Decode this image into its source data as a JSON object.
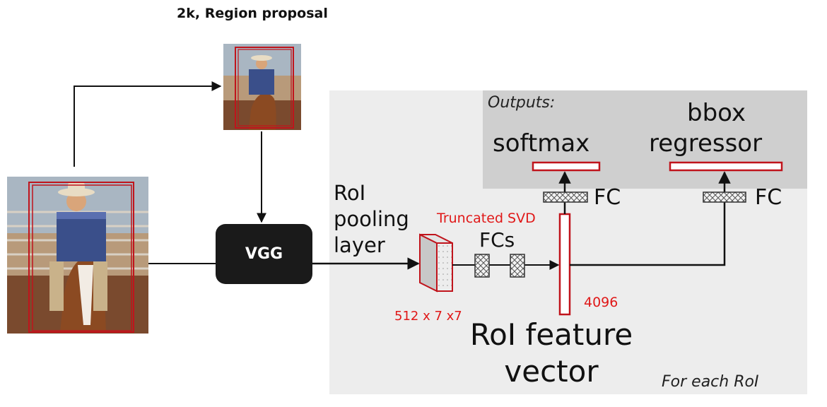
{
  "title": "2k, Region proposal",
  "vgg_label": "VGG",
  "roi_label": {
    "l1": "RoI",
    "l2": "pooling",
    "l3": "layer"
  },
  "truncated_svd": "Truncated SVD",
  "fcs_label": "FCs",
  "fc_label_left": "FC",
  "fc_label_right": "FC",
  "outputs_label": "Outputs:",
  "softmax_label": "softmax",
  "bbox_label": {
    "l1": "bbox",
    "l2": "regressor"
  },
  "dim_4096": "4096",
  "pool_dims": "512 x 7 x7",
  "feature_vector_label": {
    "l1": "RoI feature",
    "l2": "vector"
  },
  "for_each_label": "For each RoI",
  "colors": {
    "accent_red": "#e01818",
    "box_red": "#c0141c",
    "panel_gray": "#ededed",
    "output_gray": "#cfcfcf",
    "vgg_black": "#1a1a1a"
  },
  "icons": {
    "input_photo": "cowboy-on-horse-photo",
    "proposal_photo": "cowboy-region-crop-photo"
  }
}
